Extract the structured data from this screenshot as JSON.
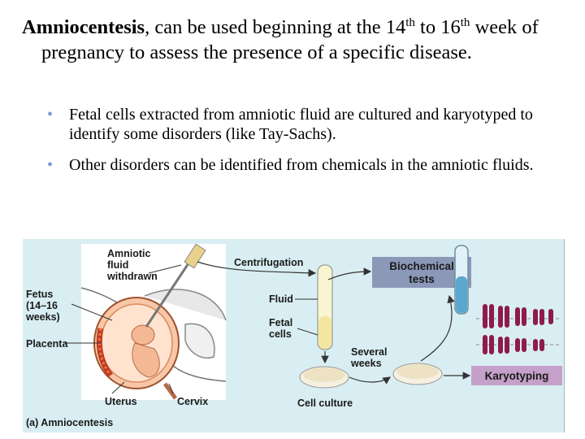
{
  "heading": {
    "bold_term": "Amniocentesis",
    "text_1": ", can be used beginning at the 14",
    "sup_1": "th",
    "text_2": " to 16",
    "sup_2": "th",
    "text_3": " week of pregnancy to assess the presence of a specific disease."
  },
  "bullets": [
    {
      "text": "Fetal cells extracted from amniotic fluid are cultured and karyotyped to identify some disorders (like Tay-Sachs)."
    },
    {
      "text": "Other disorders can be identified from chemicals in the amniotic fluids."
    }
  ],
  "figure": {
    "amniotic_fluid_withdrawn": [
      "Amniotic",
      "fluid",
      "withdrawn"
    ],
    "fetus": [
      "Fetus",
      "(14–16",
      "weeks)"
    ],
    "placenta": "Placenta",
    "uterus": "Uterus",
    "cervix": "Cervix",
    "centrifugation": "Centrifugation",
    "fluid": "Fluid",
    "fetal_cells": [
      "Fetal",
      "cells"
    ],
    "biochemical_tests": [
      "Biochemical",
      "tests"
    ],
    "several_weeks": [
      "Several",
      "weeks"
    ],
    "cell_culture": "Cell culture",
    "karyotyping": "Karyotyping",
    "caption": "(a) Amniocentesis"
  },
  "colors": {
    "figure_bg": "#d9eef2",
    "label_box": "#8c98b8",
    "karyotype_box": "#c5a0c8",
    "chromosome": "#8e1a4e",
    "bullet": "#7a9ad3"
  }
}
